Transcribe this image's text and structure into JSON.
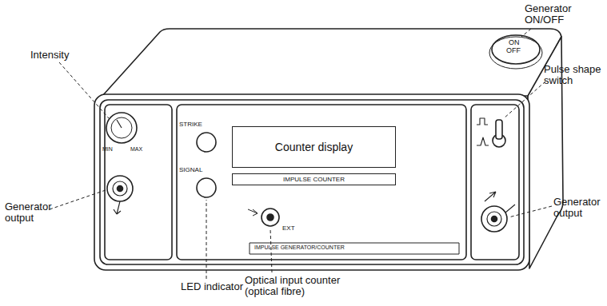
{
  "diagram": {
    "nodes": [
      {
        "text": [
          "Counter display"
        ]
      },
      {
        "text": [
          "IMPULSE COUNTER"
        ]
      }
    ],
    "labels": [
      "Generator ON/OFF",
      "ON",
      "OFF",
      "Intensity",
      "MIN",
      "MAX",
      "STRIKE",
      "SIGNAL",
      "Generator output",
      "Pulse shape switch",
      "Generator output",
      "EXT",
      "IMPULSE GENERATOR/COUNTER",
      "LED indicator",
      "Optical input counter (optical fibre)"
    ]
  }
}
